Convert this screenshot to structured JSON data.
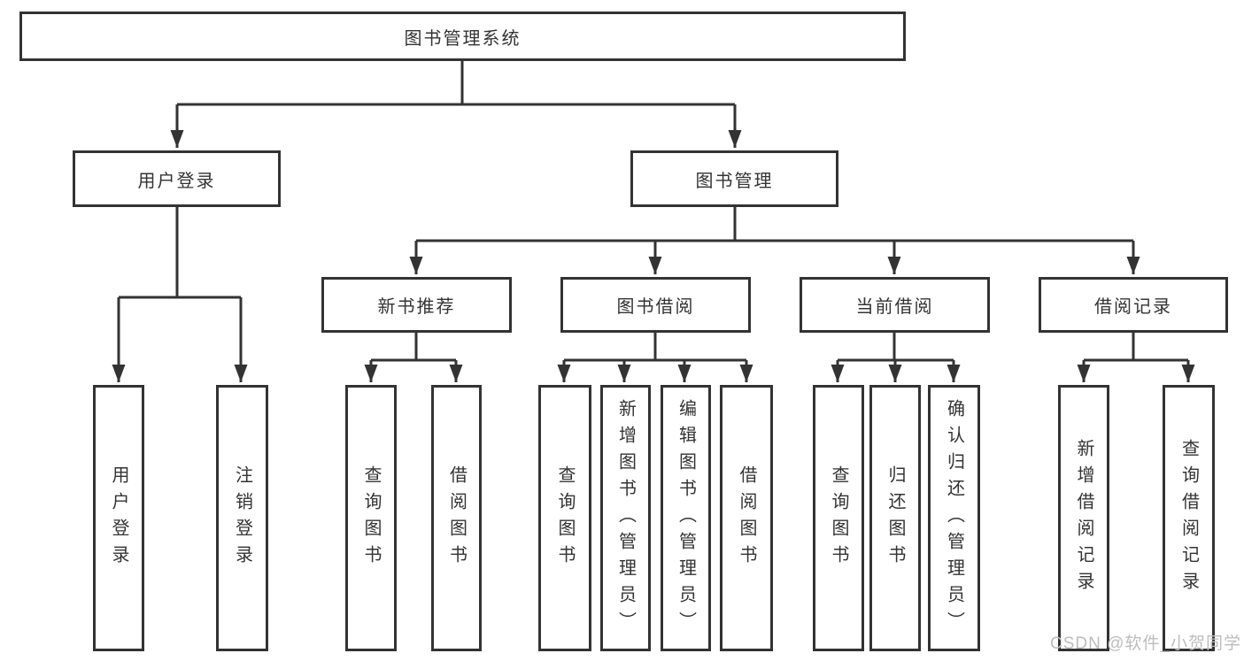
{
  "diagram": {
    "title": "图书管理系统",
    "branches": [
      {
        "label": "用户登录",
        "leaves": [
          "用户登录",
          "注销登录"
        ]
      },
      {
        "label": "图书管理",
        "groups": [
          {
            "label": "新书推荐",
            "leaves": [
              "查询图书",
              "借阅图书"
            ]
          },
          {
            "label": "图书借阅",
            "leaves": [
              "查询图书",
              "新增图书（管理员）",
              "编辑图书（管理员）",
              "借阅图书"
            ]
          },
          {
            "label": "当前借阅",
            "leaves": [
              "查询图书",
              "归还图书",
              "确认归还（管理员）"
            ]
          },
          {
            "label": "借阅记录",
            "leaves": [
              "新增借阅记录",
              "查询借阅记录"
            ]
          }
        ]
      }
    ]
  },
  "watermark": "CSDN @软件_小贺同学",
  "colors": {
    "line": "#333333",
    "text": "#333333",
    "watermark": "#bdbdbd",
    "background": "#ffffff"
  }
}
